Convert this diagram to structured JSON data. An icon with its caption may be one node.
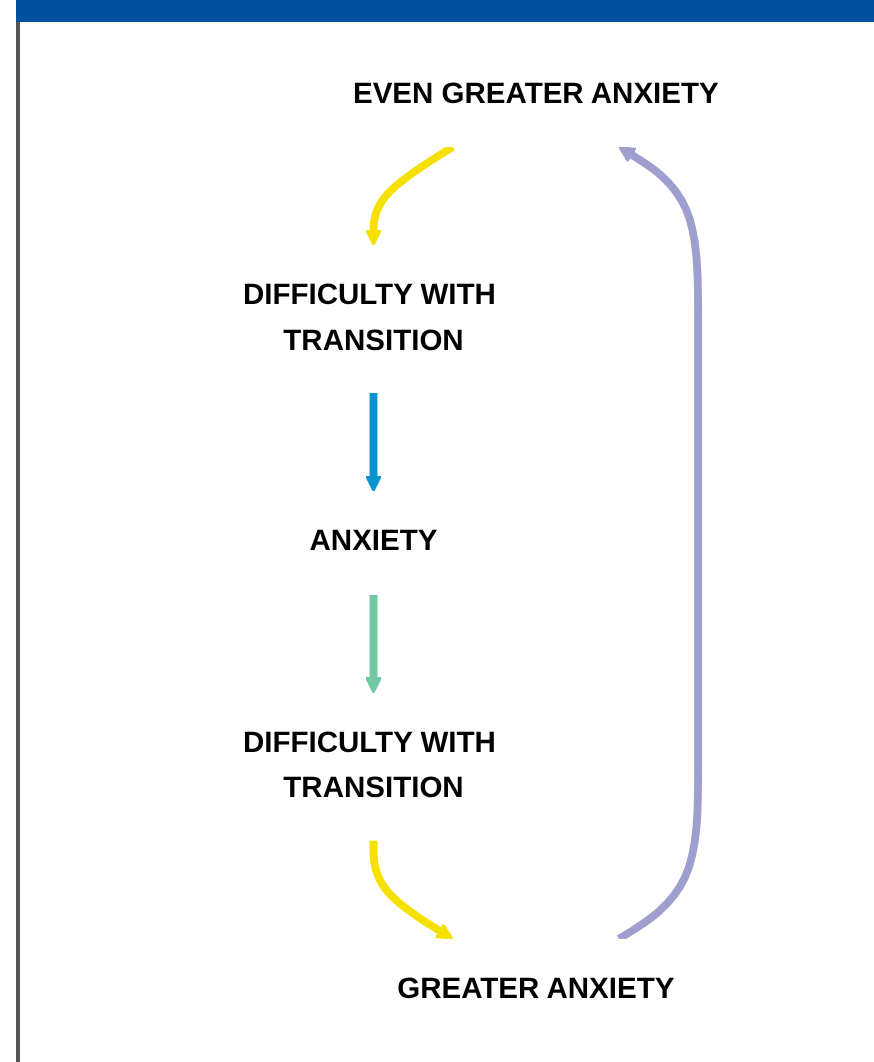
{
  "diagram": {
    "nodes": [
      {
        "text": [
          "EVEN GREATER ANXIETY"
        ]
      },
      {
        "text": [
          "DIFFICULTY WITH TRANSITION"
        ]
      },
      {
        "text": [
          "ANXIETY"
        ]
      },
      {
        "text": [
          "GREATER ANXIETY"
        ]
      },
      {
        "text": [
          "DIFFICULTY WITH TRANSITION"
        ]
      }
    ],
    "edges": [
      {
        "from": 0,
        "to": 1,
        "arrow": "to",
        "color": "#f5e000"
      },
      {
        "from": 1,
        "to": 2,
        "arrow": "to",
        "color": "#0a93d0"
      },
      {
        "from": 2,
        "to": 4,
        "arrow": "to",
        "color": "#70c8a0"
      },
      {
        "from": 4,
        "to": 3,
        "arrow": "to",
        "color": "#f5e000"
      },
      {
        "from": 3,
        "to": 0,
        "arrow": "to",
        "color": "#9f9fcf"
      }
    ]
  }
}
